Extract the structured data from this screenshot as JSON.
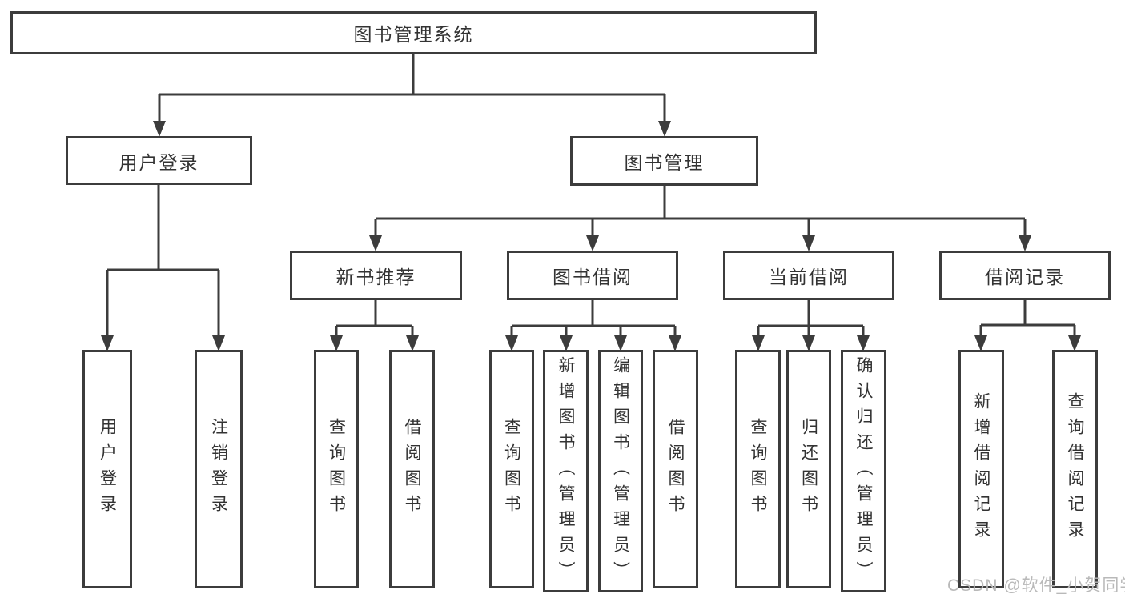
{
  "tree": {
    "root": {
      "label": "图书管理系统"
    },
    "branches": [
      {
        "label": "用户登录",
        "leaves": [
          {
            "label": "用户登录"
          },
          {
            "label": "注销登录"
          }
        ]
      },
      {
        "label": "图书管理",
        "sections": [
          {
            "label": "新书推荐",
            "leaves": [
              {
                "label": "查询图书"
              },
              {
                "label": "借阅图书"
              }
            ]
          },
          {
            "label": "图书借阅",
            "leaves": [
              {
                "label": "查询图书"
              },
              {
                "label": "新增图书（管理员）"
              },
              {
                "label": "编辑图书（管理员）"
              },
              {
                "label": "借阅图书"
              }
            ]
          },
          {
            "label": "当前借阅",
            "leaves": [
              {
                "label": "查询图书"
              },
              {
                "label": "归还图书"
              },
              {
                "label": "确认归还（管理员）"
              }
            ]
          },
          {
            "label": "借阅记录",
            "leaves": [
              {
                "label": "新增借阅记录"
              },
              {
                "label": "查询借阅记录"
              }
            ]
          }
        ]
      }
    ]
  },
  "watermark": {
    "text": "CSDN @软件_小贺同学"
  },
  "colors": {
    "line": "#3c3c3c",
    "text": "#333333",
    "watermark": "#b9b9b9",
    "background": "#ffffff"
  }
}
